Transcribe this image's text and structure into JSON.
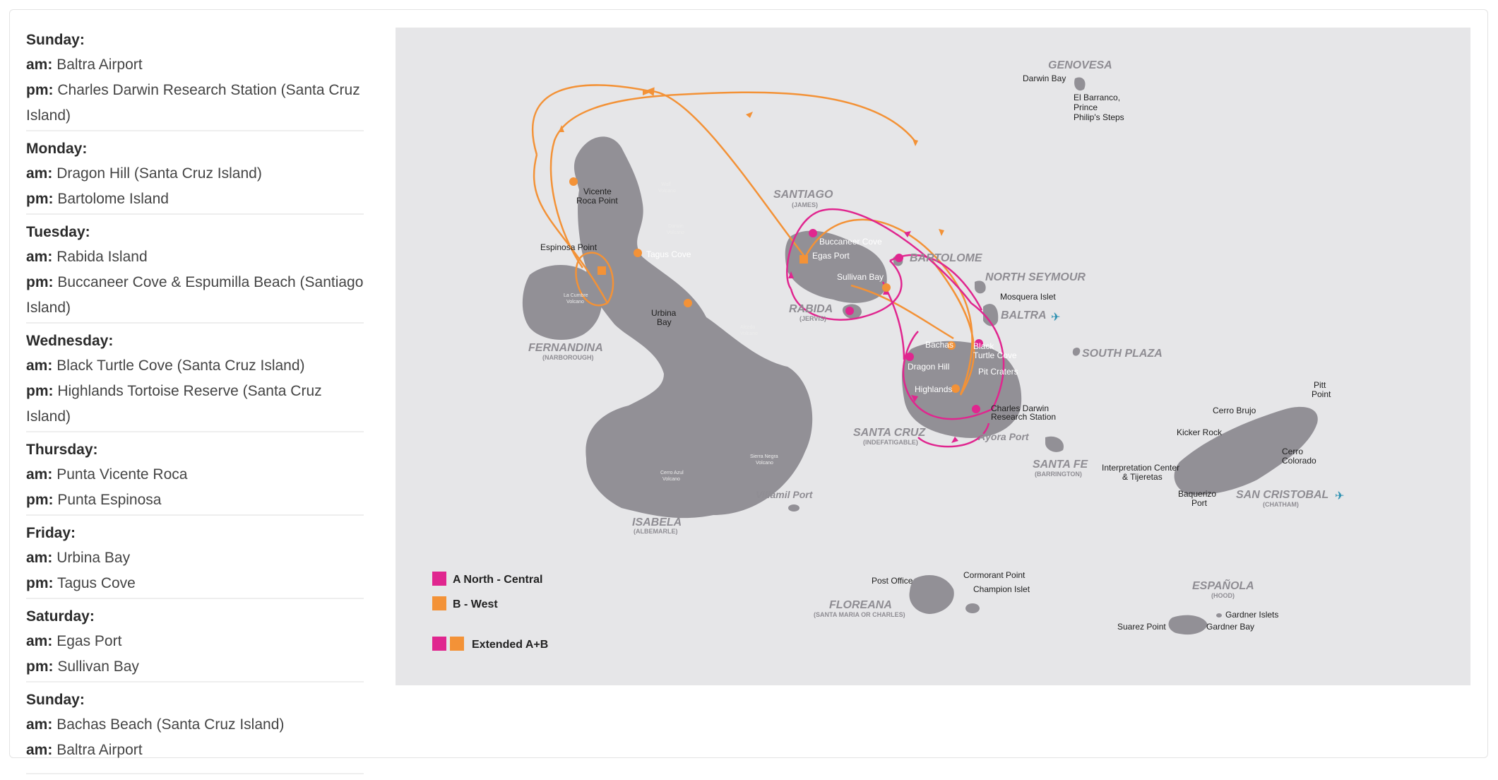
{
  "itinerary": [
    {
      "day": "Sunday:",
      "items": [
        {
          "time": "am:",
          "text": "Baltra Airport"
        },
        {
          "time": "pm:",
          "text": "Charles Darwin Research Station (Santa Cruz Island)"
        }
      ]
    },
    {
      "day": "Monday:",
      "items": [
        {
          "time": "am:",
          "text": "Dragon Hill (Santa Cruz Island)"
        },
        {
          "time": "pm:",
          "text": "Bartolome Island"
        }
      ]
    },
    {
      "day": "Tuesday:",
      "items": [
        {
          "time": "am:",
          "text": "Rabida Island"
        },
        {
          "time": "pm:",
          "text": "Buccaneer Cove & Espumilla Beach (Santiago Island)"
        }
      ]
    },
    {
      "day": "Wednesday:",
      "items": [
        {
          "time": "am:",
          "text": "Black Turtle Cove (Santa Cruz Island)"
        },
        {
          "time": "pm:",
          "text": "Highlands Tortoise Reserve (Santa Cruz Island)"
        }
      ]
    },
    {
      "day": "Thursday:",
      "items": [
        {
          "time": "am:",
          "text": "Punta Vicente Roca"
        },
        {
          "time": "pm:",
          "text": "Punta Espinosa"
        }
      ]
    },
    {
      "day": "Friday:",
      "items": [
        {
          "time": "am:",
          "text": "Urbina Bay"
        },
        {
          "time": "pm:",
          "text": "Tagus Cove"
        }
      ]
    },
    {
      "day": "Saturday:",
      "items": [
        {
          "time": "am:",
          "text": "Egas Port"
        },
        {
          "time": "pm:",
          "text": "Sullivan Bay"
        }
      ]
    },
    {
      "day": "Sunday:",
      "items": [
        {
          "time": "am:",
          "text": "Bachas Beach (Santa Cruz Island)"
        },
        {
          "time": "am:",
          "text": "Baltra Airport"
        }
      ]
    }
  ],
  "map": {
    "colors": {
      "north_central": "#e0268f",
      "west": "#f39237",
      "island": "#929096",
      "water": "#e6e6e8",
      "airport": "#2a8fb0"
    },
    "islands": {
      "genovesa": "GENOVESA",
      "santiago": "SANTIAGO",
      "santiago_sub": "(JAMES)",
      "bartolome": "BARTOLOME",
      "north_seymour": "NORTH SEYMOUR",
      "baltra": "BALTRA",
      "rabida": "RABIDA",
      "rabida_sub": "(JERVIS)",
      "south_plaza": "SOUTH PLAZA",
      "fernandina": "FERNANDINA",
      "fernandina_sub": "(NARBOROUGH)",
      "santa_cruz": "SANTA CRUZ",
      "santa_cruz_sub": "(INDEFATIGABLE)",
      "santa_fe": "SANTA FE",
      "santa_fe_sub": "(BARRINGTON)",
      "isabela": "ISABELA",
      "isabela_sub": "(ALBEMARLE)",
      "san_cristobal": "SAN CRISTOBAL",
      "san_cristobal_sub": "(CHATHAM)",
      "floreana": "FLOREANA",
      "floreana_sub": "(SANTA MARIA OR CHARLES)",
      "espanola": "ESPAÑOLA",
      "espanola_sub": "(HOOD)"
    },
    "sites": {
      "darwin_bay": "Darwin Bay",
      "el_barranco_1": "El Barranco,",
      "el_barranco_2": "Prince",
      "el_barranco_3": "Philip's Steps",
      "vicente_1": "Vicente",
      "vicente_2": "Roca Point",
      "espinosa": "Espinosa Point",
      "tagus": "Tagus Cove",
      "urbina_1": "Urbina",
      "urbina_2": "Bay",
      "buccaneer": "Buccaneer Cove",
      "egas": "Egas Port",
      "sullivan": "Sullivan Bay",
      "mosquera": "Mosquera Islet",
      "bachas": "Bachas",
      "black_turtle_1": "Black",
      "black_turtle_2": "Turtle Cove",
      "dragon_hill": "Dragon Hill",
      "pit_craters": "Pit Craters",
      "highlands": "Highlands",
      "cdrs_1": "Charles Darwin",
      "cdrs_2": "Research Station",
      "ayora": "Ayora Port",
      "villamil": "Villamil Port",
      "pitt_1": "Pitt",
      "pitt_2": "Point",
      "cerro_brujo": "Cerro Brujo",
      "kicker": "Kicker Rock",
      "cerro_col_1": "Cerro",
      "cerro_col_2": "Colorado",
      "interp_1": "Interpretation Center",
      "interp_2": "& Tijeretas",
      "baq_1": "Baquerizo",
      "baq_2": "Port",
      "post_office": "Post Office",
      "cormorant": "Cormorant Point",
      "champion": "Champion Islet",
      "gardner_islets": "Gardner Islets",
      "suarez": "Suarez Point",
      "gardner_bay": "Gardner Bay"
    },
    "volcanoes": {
      "wolf_1": "Wolf",
      "wolf_2": "Volcano",
      "darwin_1": "Darwin",
      "darwin_2": "Volcano",
      "alcedo_1": "Alcedo",
      "alcedo_2": "Volcano",
      "lacumbre_1": "La Cumbre",
      "lacumbre_2": "Volcano",
      "sierra_1": "Sierra Negra",
      "sierra_2": "Volcano",
      "cerroazul_1": "Cerro Azul",
      "cerroazul_2": "Volcano"
    },
    "legend": {
      "north_central": "A North - Central",
      "west": "B - West",
      "extended": "Extended A+B"
    }
  }
}
